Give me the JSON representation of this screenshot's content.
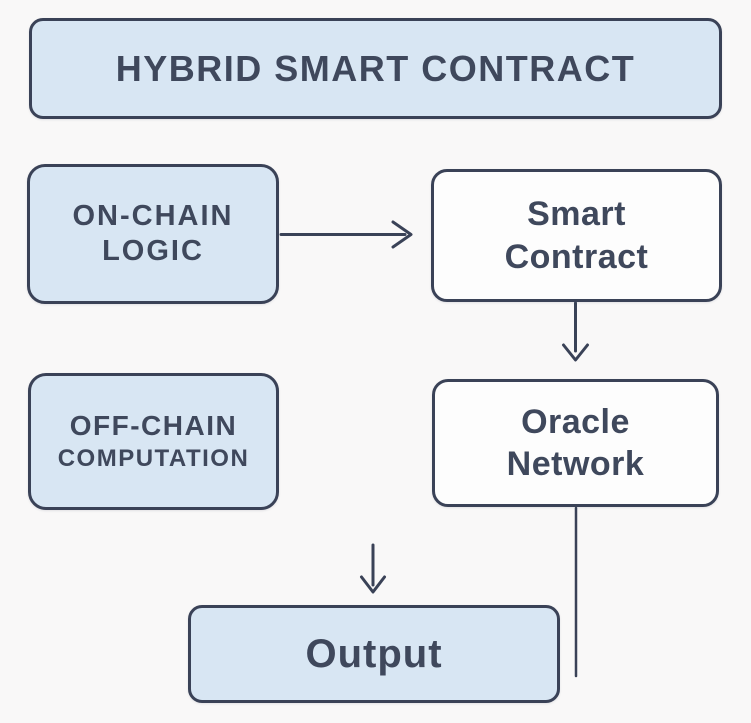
{
  "diagram": {
    "title": "HYBRID SMART CONTRACT",
    "nodes": {
      "on_chain_logic": {
        "line1": "ON-CHAIN",
        "line2": "LOGIC"
      },
      "smart_contract": {
        "line1": "Smart",
        "line2": "Contract"
      },
      "off_chain_computation": {
        "line1": "OFF-CHAIN",
        "line2": "COMPUTATION"
      },
      "oracle_network": {
        "line1": "Oracle",
        "line2": "Network"
      },
      "output": {
        "label": "Output"
      }
    },
    "arrows": [
      {
        "name": "arrow-onchain-to-smartcontract",
        "direction": "right"
      },
      {
        "name": "arrow-smartcontract-to-oraclenetwork",
        "direction": "down"
      },
      {
        "name": "arrow-into-output",
        "direction": "down"
      },
      {
        "name": "line-oraclenetwork-down",
        "direction": "down"
      }
    ],
    "colors": {
      "background": "#f9f8f8",
      "blue_fill": "#d8e6f3",
      "white_fill": "#fdfdfd",
      "border": "#3a4257",
      "text": "#3f485c",
      "arrow": "#3a4257"
    }
  }
}
